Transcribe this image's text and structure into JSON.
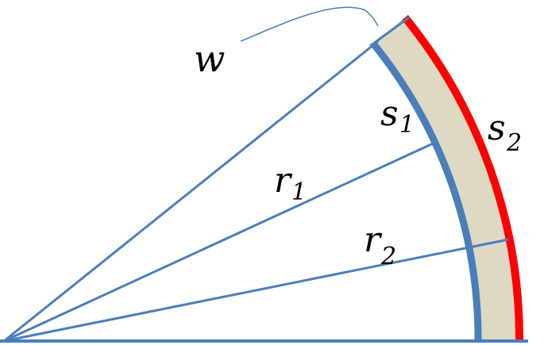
{
  "colors": {
    "line": "#4a7ebb",
    "band_fill": "#ddd9c3",
    "outer_arc": "#ff0000",
    "label": "#000000",
    "background": "#ffffff"
  },
  "labels": {
    "w": {
      "main": "w"
    },
    "s1": {
      "main": "s",
      "sub": "1"
    },
    "s2": {
      "main": "s",
      "sub": "2"
    },
    "r1": {
      "main": "r",
      "sub": "1"
    },
    "r2": {
      "main": "r",
      "sub": "2"
    }
  }
}
